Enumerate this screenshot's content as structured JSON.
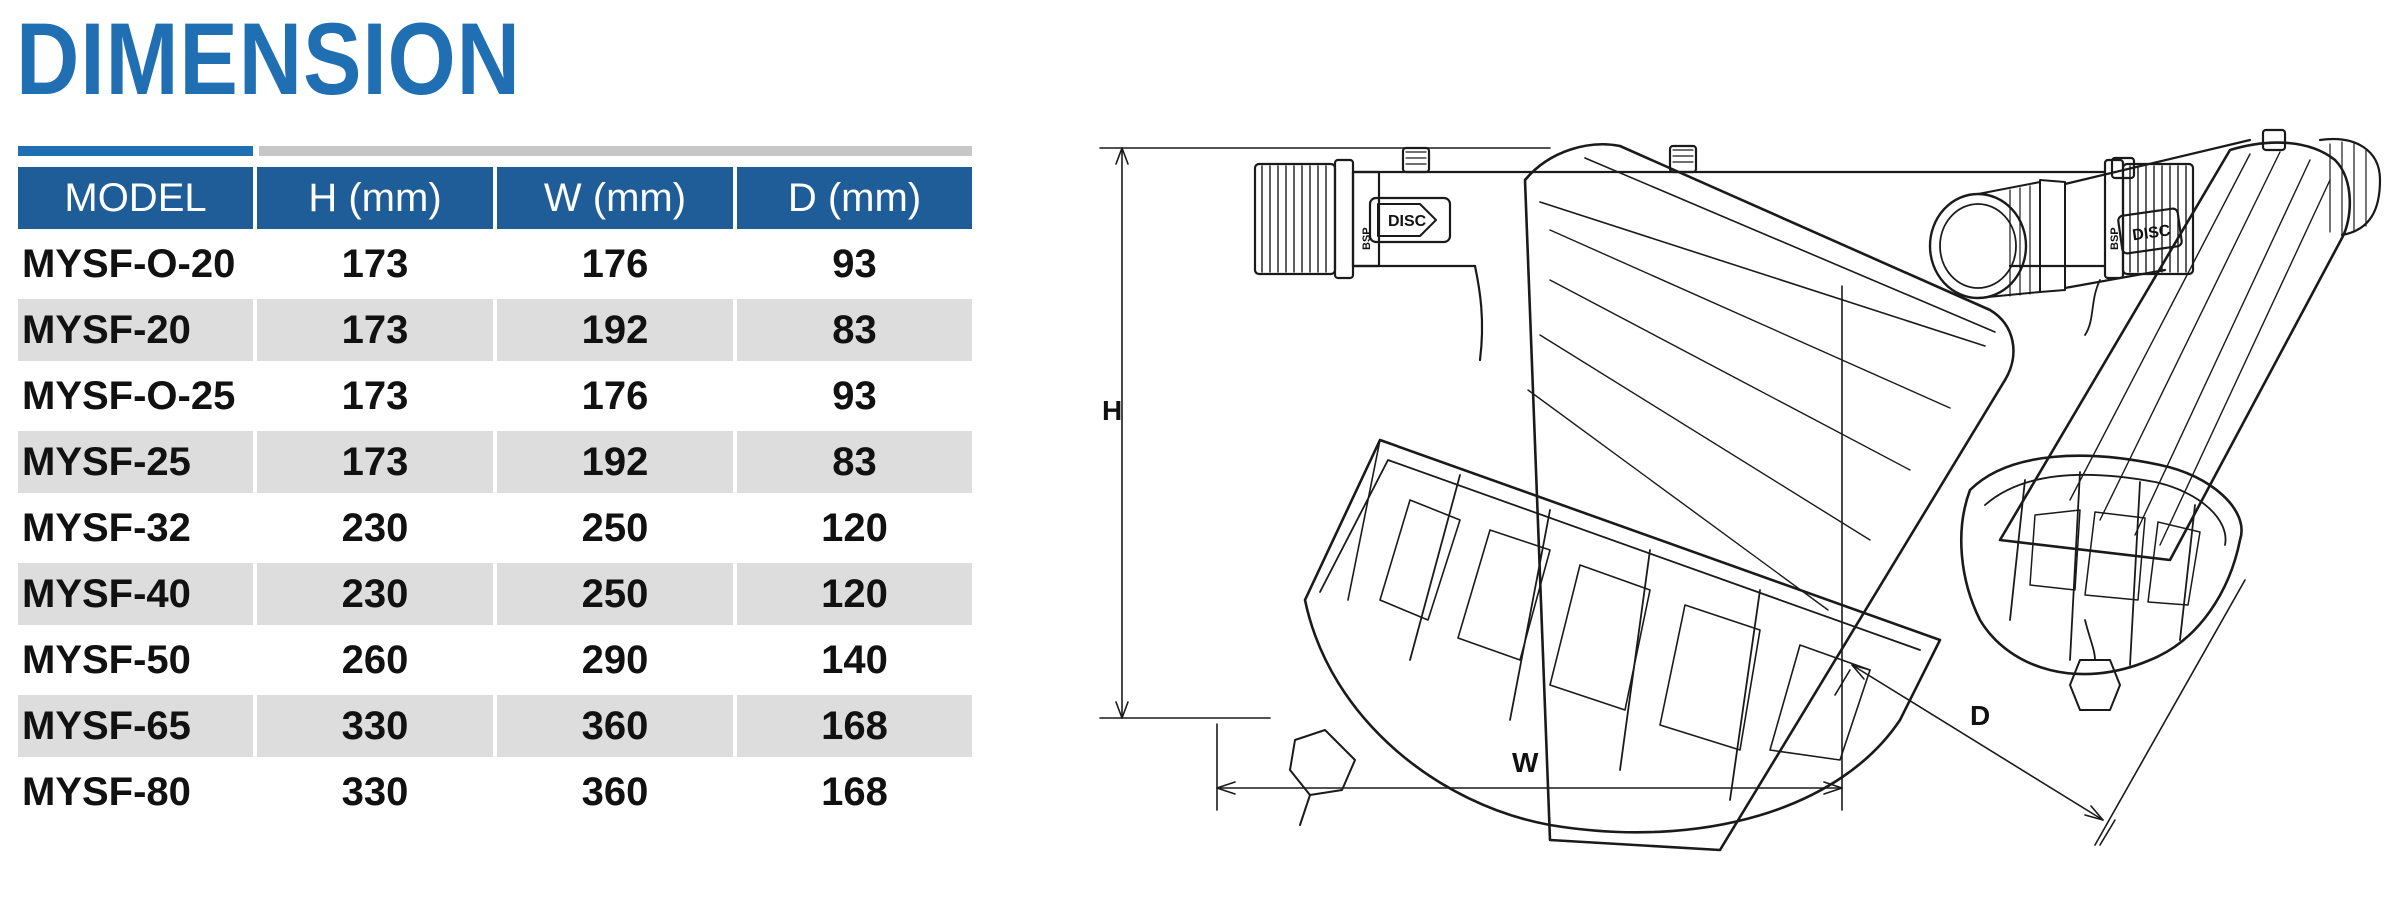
{
  "title": "DIMENSION",
  "table": {
    "headers": [
      "MODEL",
      "H (mm)",
      "W (mm)",
      "D (mm)"
    ],
    "rows": [
      [
        "MYSF-O-20",
        "173",
        "176",
        "93"
      ],
      [
        "MYSF-20",
        "173",
        "192",
        "83"
      ],
      [
        "MYSF-O-25",
        "173",
        "176",
        "93"
      ],
      [
        "MYSF-25",
        "173",
        "192",
        "83"
      ],
      [
        "MYSF-32",
        "230",
        "250",
        "120"
      ],
      [
        "MYSF-40",
        "230",
        "250",
        "120"
      ],
      [
        "MYSF-50",
        "260",
        "290",
        "140"
      ],
      [
        "MYSF-65",
        "330",
        "360",
        "168"
      ],
      [
        "MYSF-80",
        "330",
        "360",
        "168"
      ]
    ]
  },
  "drawing": {
    "label_h": "H",
    "label_w": "W",
    "label_d": "D",
    "badge_text": "DISC",
    "port_text": "BSP"
  },
  "colors": {
    "title": "#1f6fb2",
    "header_bg": "#1f5d99",
    "row_shade": "#dddddd",
    "rule_grey": "#c7c7c7"
  }
}
